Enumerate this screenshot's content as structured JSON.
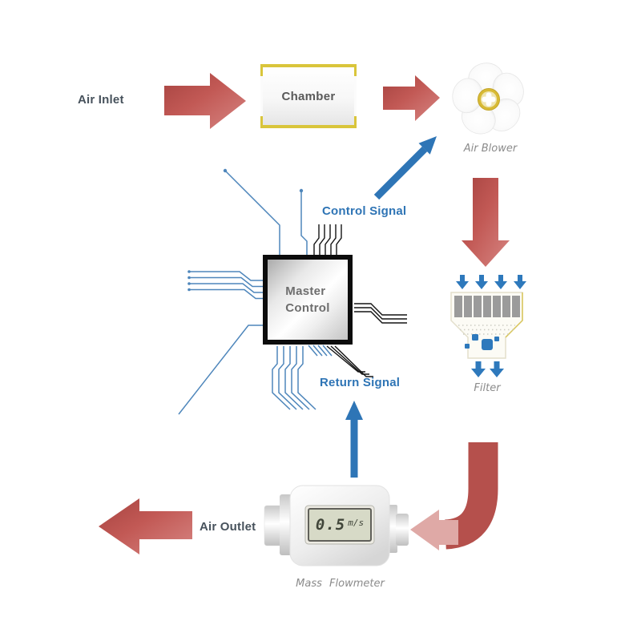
{
  "diagram": {
    "air_inlet_label": "Air Inlet",
    "air_outlet_label": "Air Outlet",
    "chamber_label": "Chamber",
    "air_blower_label": "Air Blower",
    "filter_label": "Filter",
    "flowmeter_label": "Mass Flowmeter",
    "control_signal_label": "Control Signal",
    "return_signal_label": "Return Signal",
    "master_control": {
      "line1": "Master",
      "line2": "Control"
    },
    "flowmeter_display": {
      "value": "0.5",
      "unit": "m/s"
    },
    "icons": [
      "air-blower-icon",
      "filter-icon",
      "flowmeter-icon",
      "master-control-chip",
      "chamber-box"
    ],
    "colors": {
      "arrow_red": "#b5504c",
      "arrow_red_light": "#dfa9a6",
      "signal_blue": "#2e74b5",
      "trace_blue": "#4e86bb",
      "trace_black": "#141414",
      "chamber_yellow": "#d9c53b",
      "blower_center_yellow": "#d8ba35",
      "filter_particle_blue": "#2e79bc",
      "heading_dark": "#47525c",
      "label_gray": "#8b8b8b"
    }
  }
}
